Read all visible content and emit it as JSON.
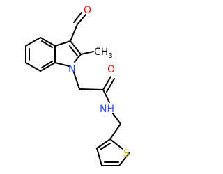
{
  "molecule": {
    "labels": {
      "aldehyde_oxygen": "O",
      "methyl": "CH",
      "methyl_subscript": "3",
      "indole_nitrogen": "N",
      "amide_oxygen": "O",
      "amide_nh": "NH",
      "thiophene_sulfur": "S"
    }
  },
  "colors": {
    "bond": "#000000",
    "oxygen": "#ff0d0d",
    "nitrogen": "#3050f8",
    "sulfur": "#c7a600",
    "carbon": "#000000"
  }
}
